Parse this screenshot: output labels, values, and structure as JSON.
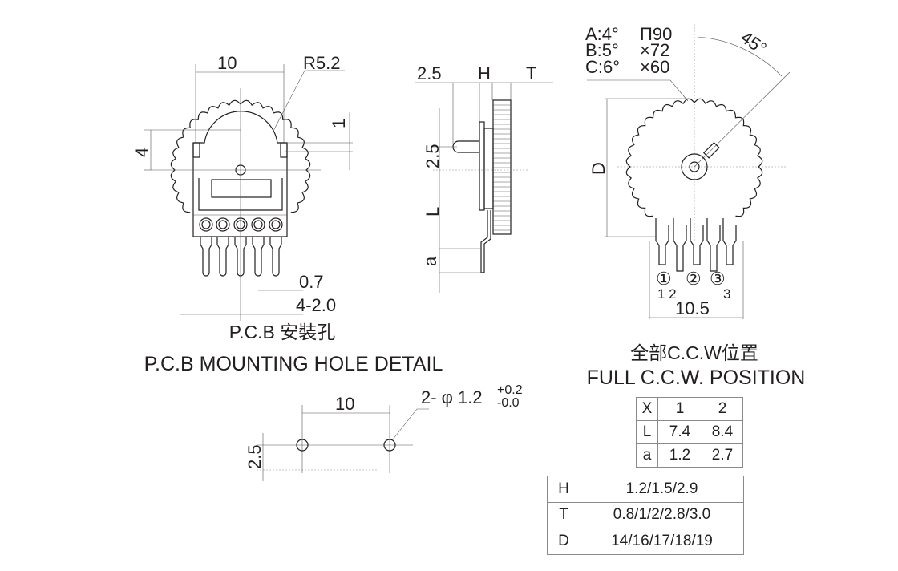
{
  "pcb_view": {
    "dim_width": "10",
    "dim_radius": "R5.2",
    "dim_height": "4",
    "dim_offset": "1",
    "dim_pin_width": "0.7",
    "dim_pin_pitch": "4-2.0",
    "title_cn": "P.C.B 安裝孔",
    "title_en": "P.C.B MOUNTING HOLE DETAIL"
  },
  "side_view": {
    "dim_shaft": "2.5",
    "dim_h": "H",
    "dim_t": "T",
    "dim_shaft_height": "2.5",
    "dim_l": "L",
    "dim_a": "a"
  },
  "hole_detail": {
    "dim_spacing": "10",
    "dim_vertical": "2.5",
    "hole_label": "2- φ 1.2",
    "tol_plus": "+0.2",
    "tol_minus": "-0.0"
  },
  "front_view": {
    "notes": [
      "A:4°",
      "B:5°",
      "C:6°"
    ],
    "note_values": [
      "Π90",
      "×72",
      "×60"
    ],
    "angle": "45°",
    "dim_d": "D",
    "dim_width": "10.5",
    "pin_numbers_circled": [
      "①",
      "②",
      "③"
    ],
    "pin_numbers": [
      "1 2",
      "3"
    ],
    "title_cn": "全部C.C.W位置",
    "title_en": "FULL C.C.W. POSITION"
  },
  "table_xla": {
    "header": [
      "X",
      "1",
      "2"
    ],
    "rows": [
      [
        "L",
        "7.4",
        "8.4"
      ],
      [
        "a",
        "1.2",
        "2.7"
      ]
    ]
  },
  "table_htd": {
    "rows": [
      [
        "H",
        "1.2/1.5/2.9"
      ],
      [
        "T",
        "0.8/1/2/2.8/3.0"
      ],
      [
        "D",
        "14/16/17/18/19"
      ]
    ]
  }
}
